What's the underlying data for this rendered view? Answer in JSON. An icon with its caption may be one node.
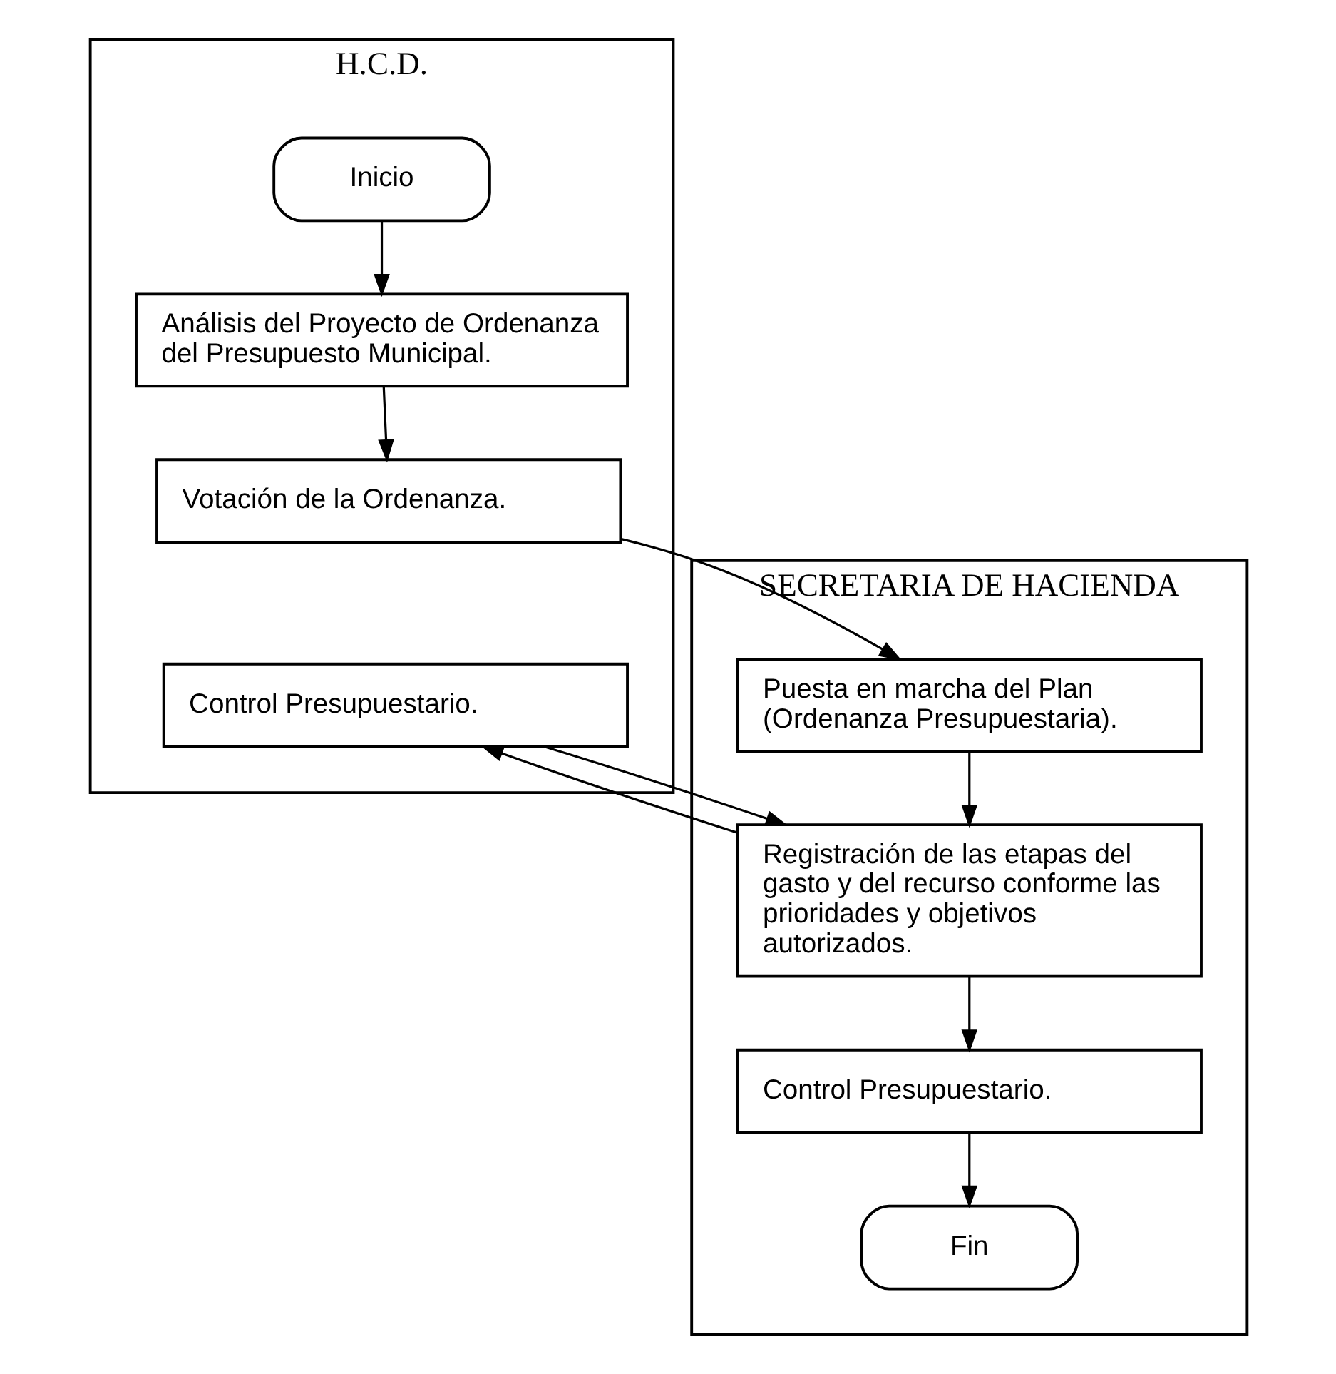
{
  "diagram": {
    "nodes": [
      {
        "text": [
          "H.C.D."
        ]
      },
      {
        "text": [
          "SECRETARIA DE HACIENDA"
        ]
      },
      {
        "text": [
          "Inicio"
        ],
        "in": 0
      },
      {
        "text": [
          "Análisis del Proyecto de Ordenanza del Presupuesto Municipal."
        ],
        "in": 0
      },
      {
        "text": [
          "Votación de la Ordenanza."
        ],
        "in": 0
      },
      {
        "text": [
          "Control Presupuestario."
        ],
        "in": 0
      },
      {
        "text": [
          "Puesta en marcha del Plan (Ordenanza Presupuestaria)."
        ],
        "in": 1
      },
      {
        "text": [
          "Registración de las etapas del gasto y del recurso conforme las prioridades y objetivos autorizados."
        ],
        "in": 1
      },
      {
        "text": [
          "Control Presupuestario."
        ],
        "in": 1
      },
      {
        "text": [
          "Fin"
        ],
        "in": 1
      }
    ],
    "edges": [
      {
        "from": 2,
        "to": 3,
        "arrow": "to"
      },
      {
        "from": 3,
        "to": 4,
        "arrow": "to"
      },
      {
        "from": 4,
        "to": 6,
        "arrow": "to"
      },
      {
        "from": 6,
        "to": 7,
        "arrow": "to"
      },
      {
        "from": 7,
        "to": 5,
        "arrow": "to"
      },
      {
        "from": 5,
        "to": 7,
        "arrow": "to"
      },
      {
        "from": 7,
        "to": 8,
        "arrow": "to"
      },
      {
        "from": 8,
        "to": 9,
        "arrow": "to"
      }
    ]
  }
}
